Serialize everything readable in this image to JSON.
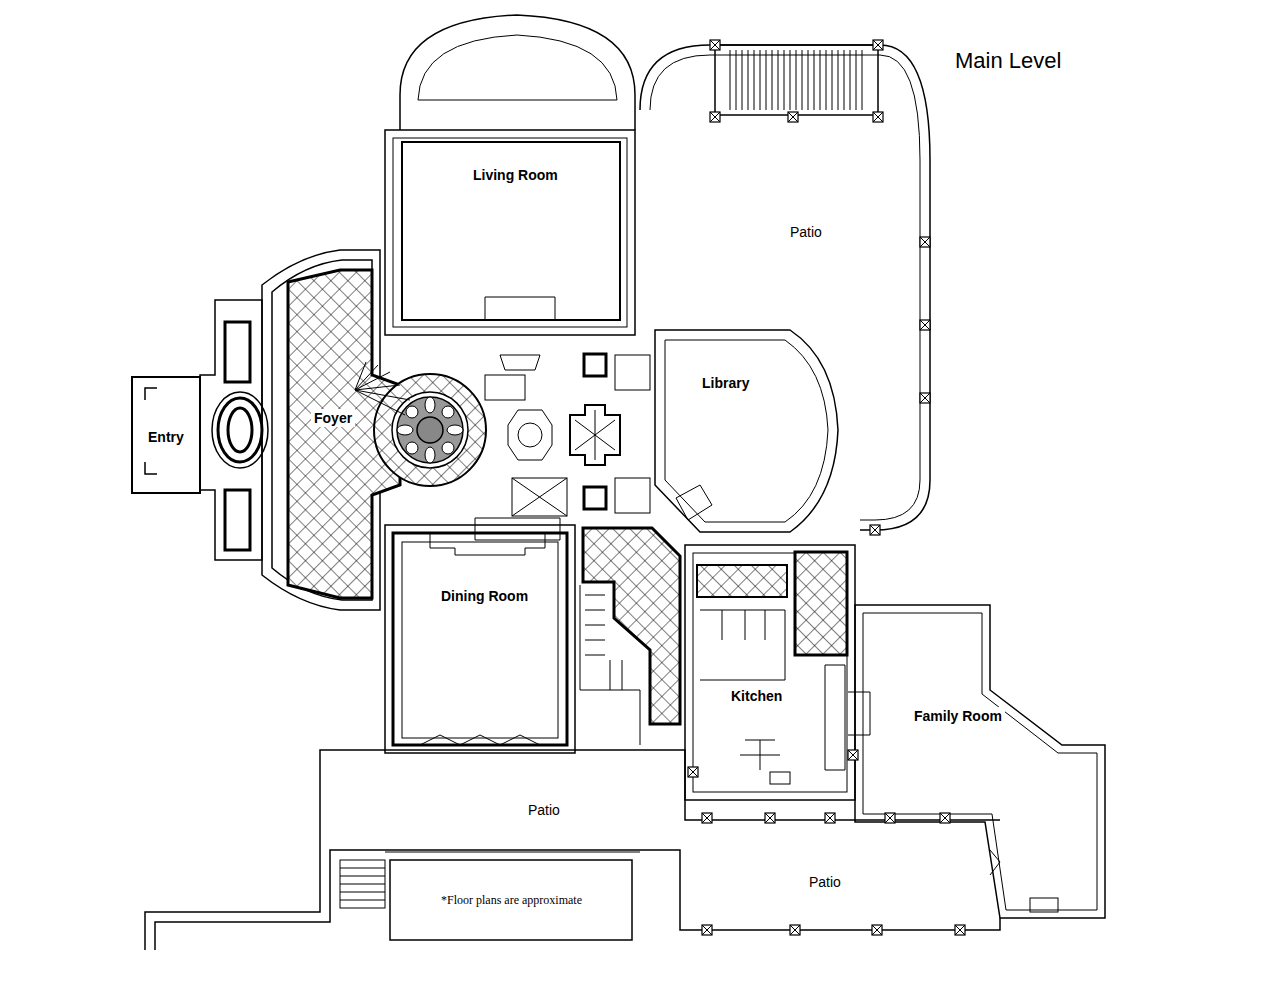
{
  "diagram": {
    "title": "Main Level",
    "nodes": [
      {
        "text": [
          "Entry"
        ]
      },
      {
        "text": [
          "Foyer"
        ]
      },
      {
        "text": [
          "Living Room"
        ]
      },
      {
        "text": [
          "Patio"
        ]
      },
      {
        "text": [
          "Library"
        ]
      },
      {
        "text": [
          "Dining Room"
        ]
      },
      {
        "text": [
          "Kitchen"
        ]
      },
      {
        "text": [
          "Family Room"
        ]
      },
      {
        "text": [
          "Patio"
        ]
      },
      {
        "text": [
          "Patio"
        ]
      }
    ],
    "labels": [
      "*Floor plans are approximate"
    ]
  }
}
